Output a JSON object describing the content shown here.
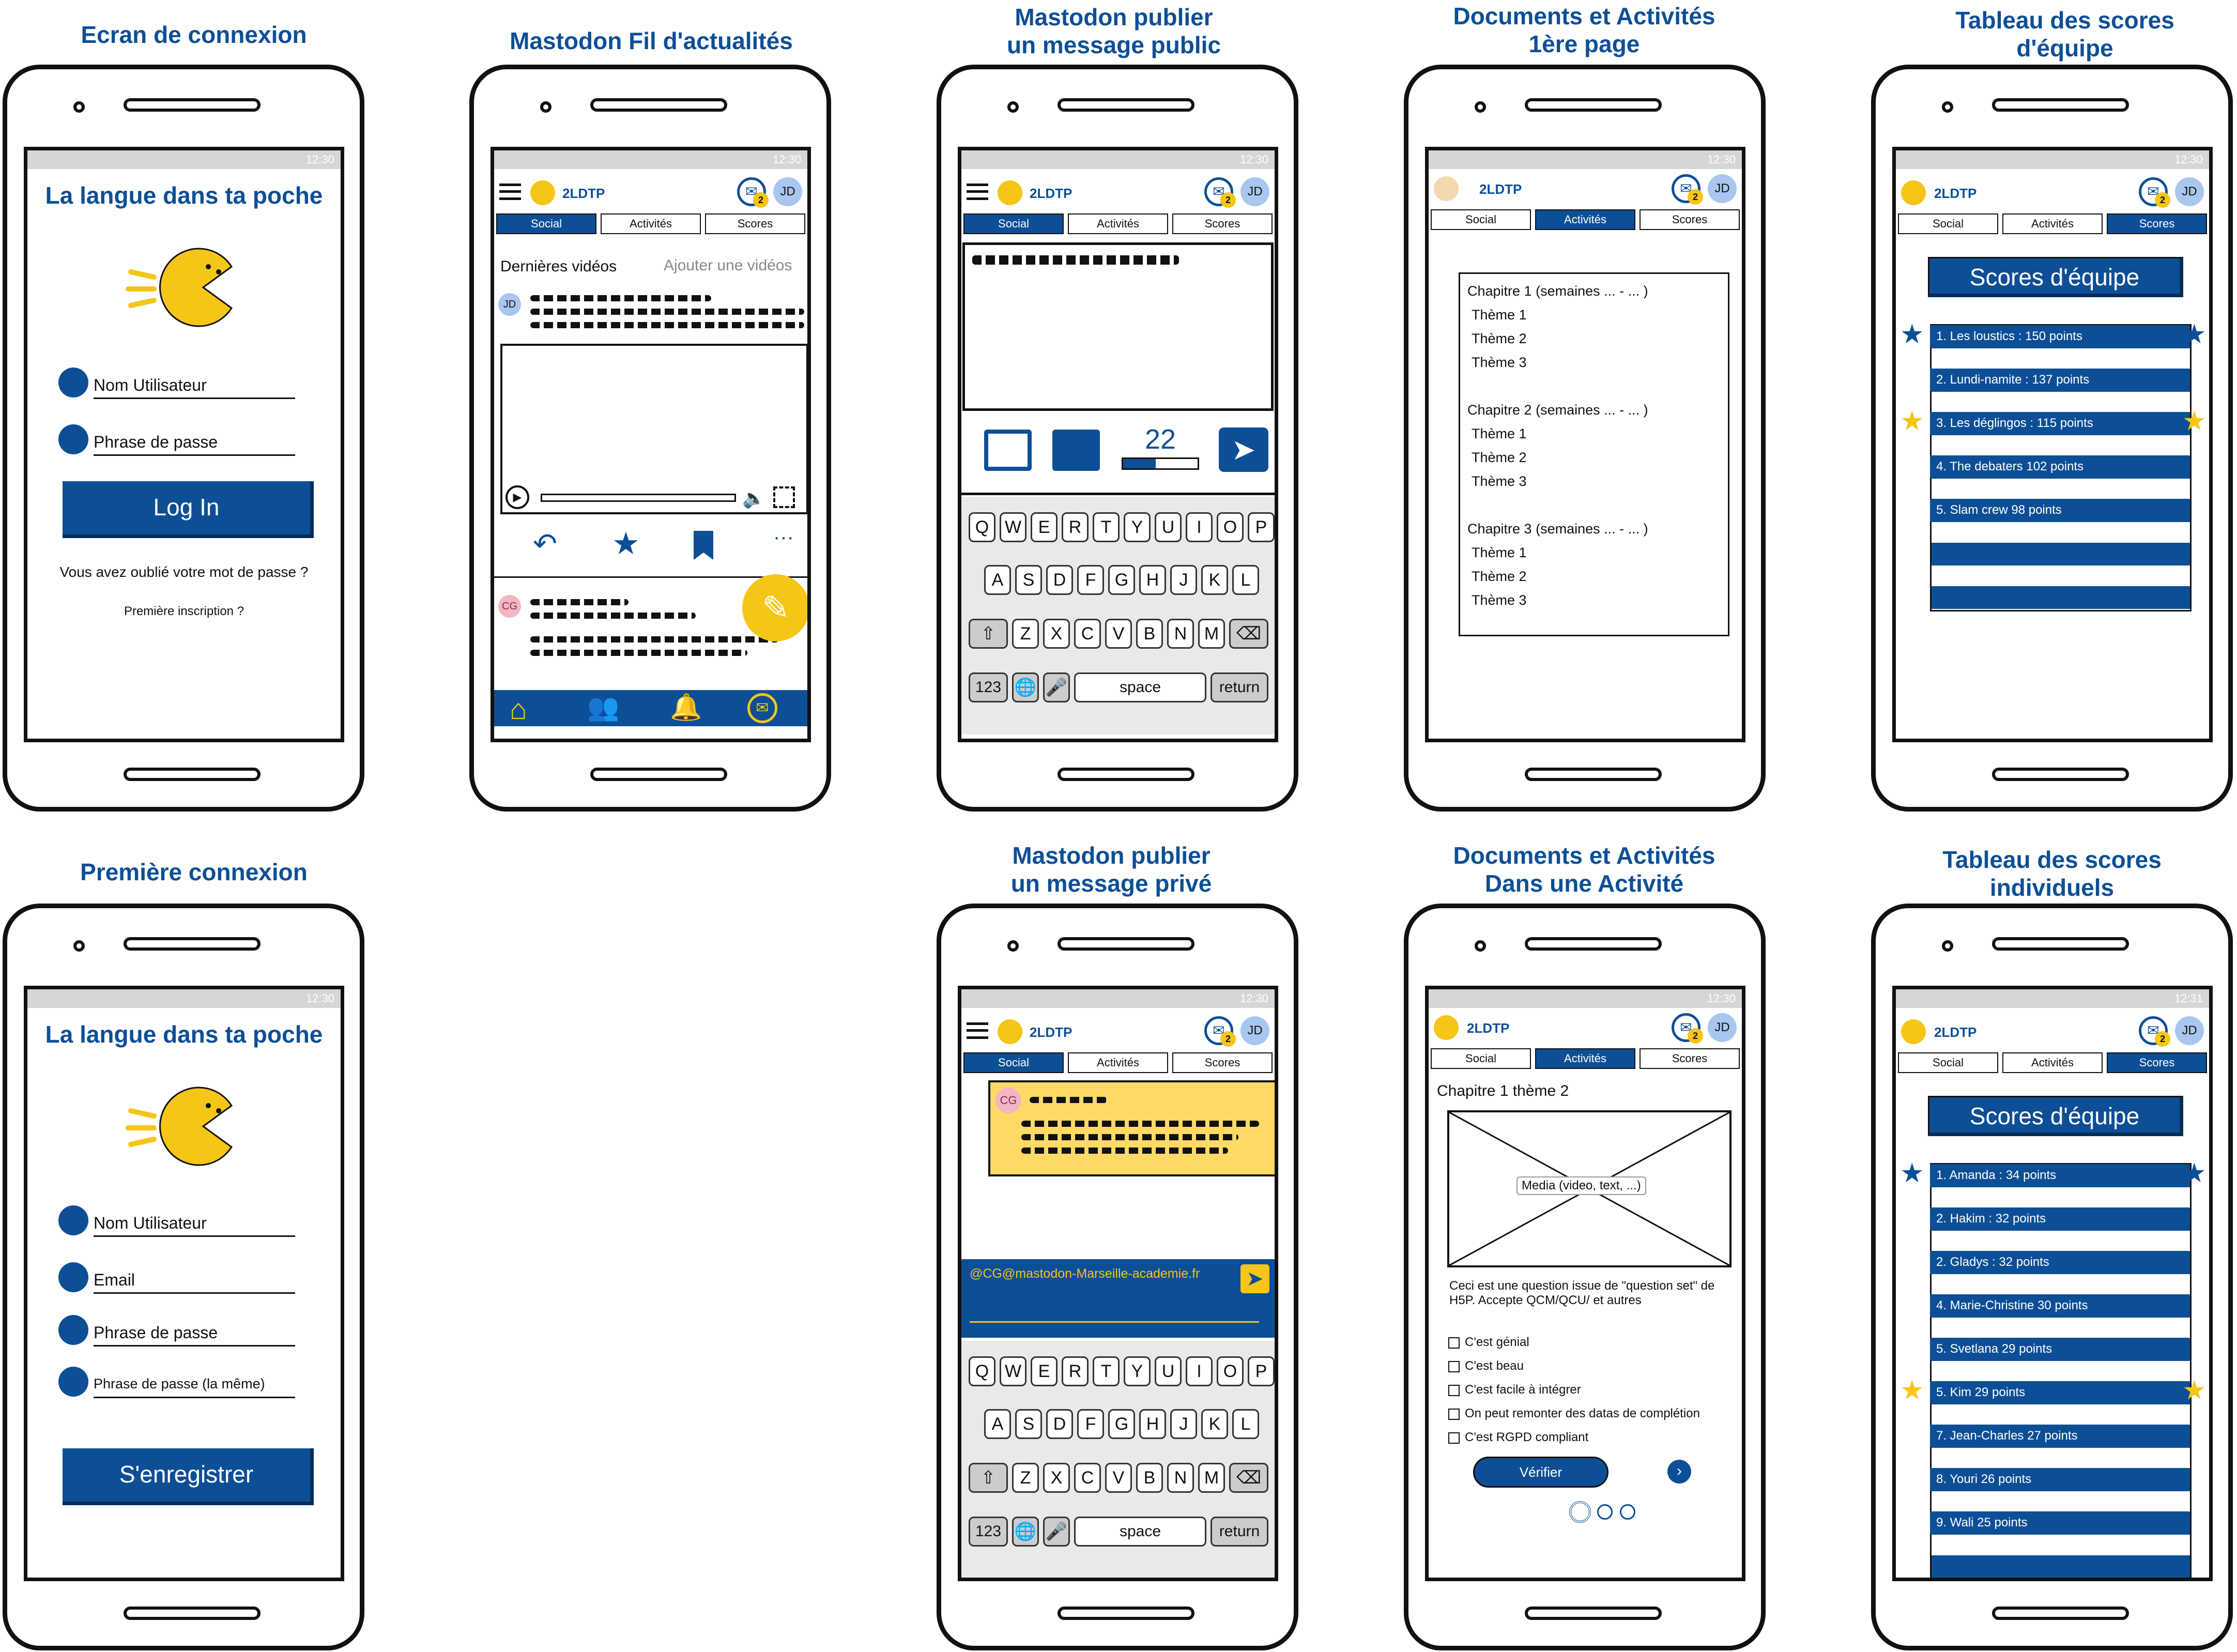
{
  "titles": {
    "login": "Ecran de connexion",
    "feed": "Mastodon Fil d'actualités",
    "public1": "Mastodon publier",
    "public2": "un message public",
    "docs1": "Documents et Activités",
    "docs2": "1ère page",
    "team1": "Tableau des scores",
    "team2": "d'équipe",
    "first": "Première connexion",
    "priv1": "Mastodon publier",
    "priv2": "un message privé",
    "act1": "Documents et Activités",
    "act2": "Dans une Activité",
    "ind1": "Tableau des scores",
    "ind2": "individuels"
  },
  "status": {
    "time": "12:30",
    "time2": "12:31"
  },
  "app": {
    "brand": "2LDTP",
    "avatar": "JD",
    "mail_badge": "2"
  },
  "tabs": {
    "social": "Social",
    "activities": "Activités",
    "scores": "Scores"
  },
  "login": {
    "heading": "La langue dans ta poche",
    "username": "Nom Utilisateur",
    "passphrase": "Phrase de passe",
    "login_button": "Log In",
    "forgot": "Vous avez oublié votre mot de passe ?",
    "first_signup": "Première inscription ?"
  },
  "signup": {
    "heading": "La langue dans ta poche",
    "username": "Nom Utilisateur",
    "email": "Email",
    "passphrase": "Phrase de passe",
    "passphrase_again": "Phrase de passe (la même)",
    "register_button": "S'enregistrer"
  },
  "feed": {
    "latest_videos": "Dernières vidéos",
    "add_video": "Ajouter une vidéos",
    "post_avatar": "JD",
    "post2_avatar": "CG",
    "more": "···"
  },
  "compose": {
    "char_count": "22"
  },
  "keyboard": {
    "row1": [
      "Q",
      "W",
      "E",
      "R",
      "T",
      "Y",
      "U",
      "I",
      "O",
      "P"
    ],
    "row2": [
      "A",
      "S",
      "D",
      "F",
      "G",
      "H",
      "J",
      "K",
      "L"
    ],
    "row3": [
      "Z",
      "X",
      "C",
      "V",
      "B",
      "N",
      "M"
    ],
    "num": "123",
    "space": "space",
    "return": "return"
  },
  "private": {
    "msg_avatar": "CG",
    "recipient": "@CG@mastodon-Marseille-academie.fr"
  },
  "docs": {
    "chapters": [
      {
        "title": "Chapitre 1 (semaines ... - ... )",
        "themes": [
          "Thème 1",
          "Thème 2",
          "Thème 3"
        ]
      },
      {
        "title": "Chapitre 2 (semaines ... - ... )",
        "themes": [
          "Thème 1",
          "Thème 2",
          "Thème 3"
        ]
      },
      {
        "title": "Chapitre 3 (semaines ... - ... )",
        "themes": [
          "Thème 1",
          "Thème 2",
          "Thème 3"
        ]
      }
    ]
  },
  "activity": {
    "heading": "Chapitre 1 thème 2",
    "media": "Media (video, text, ...)",
    "question": "Ceci est une question issue de \"question set\" de H5P. Accepte QCM/QCU/ et autres",
    "options": [
      "C'est génial",
      "C'est beau",
      "C'est facile à intégrer",
      "On peut remonter des datas de complétion",
      "C'est RGPD compliant"
    ],
    "verify": "Vérifier"
  },
  "team_scores": {
    "heading": "Scores d'équipe",
    "rows": [
      "1. Les loustics : 150 points",
      "2. Lundi-namite : 137 points",
      "3. Les déglingos : 115 points",
      "4. The debaters 102 points",
      "5. Slam crew 98 points"
    ]
  },
  "ind_scores": {
    "heading": "Scores d'équipe",
    "rows": [
      "1. Amanda : 34 points",
      "2. Hakim : 32 points",
      "2. Gladys : 32 points",
      "4. Marie-Christine 30 points",
      "5. Svetlana 29 points",
      "5. Kim 29 points",
      "7. Jean-Charles 27 points",
      "8. Youri 26 points",
      "9. Wali 25 points"
    ]
  },
  "colors": {
    "primary": "#0d4f96",
    "accent": "#f5c518",
    "note": "#ffd966"
  }
}
